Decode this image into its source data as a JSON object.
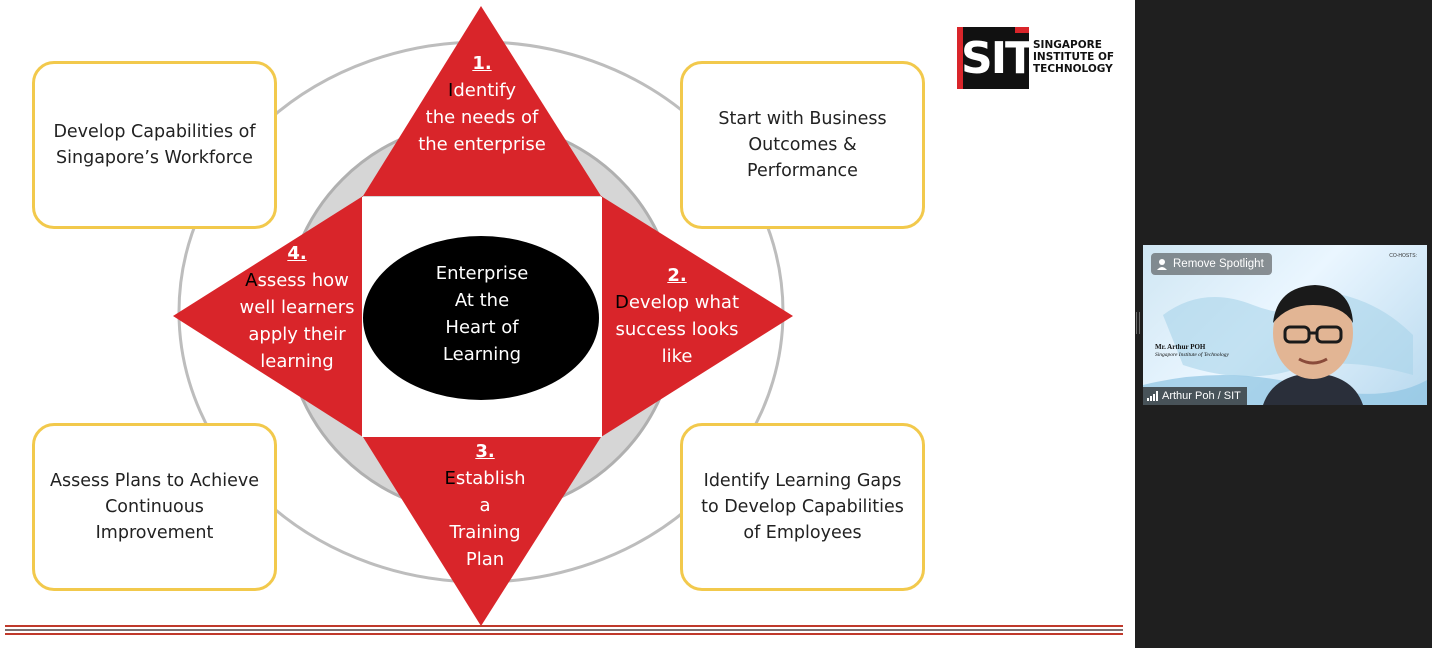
{
  "slide": {
    "center": [
      "Enterprise",
      "At the",
      "Heart of",
      "Learning"
    ],
    "boxes": {
      "top_left": [
        "Develop Capabilities of",
        "Singapore’s Workforce"
      ],
      "top_right": [
        "Start with Business",
        "Outcomes &",
        "Performance"
      ],
      "bottom_left": [
        "Assess Plans to Achieve",
        "Continuous",
        "Improvement"
      ],
      "bottom_right": [
        "Identify Learning Gaps",
        "to Develop Capabilities",
        "of Employees"
      ]
    },
    "steps": {
      "top": {
        "num": "1.",
        "first": "I",
        "rest": "dentify",
        "lines": [
          "the needs of",
          "the enterprise"
        ]
      },
      "right": {
        "num": "2.",
        "first": "D",
        "rest": "evelop what",
        "lines": [
          "success looks",
          "like"
        ]
      },
      "bottom": {
        "num": "3.",
        "first": "E",
        "rest": "stablish",
        "lines": [
          "a",
          "Training",
          "Plan"
        ]
      },
      "left": {
        "num": "4.",
        "first": "A",
        "rest": "ssess how",
        "lines": [
          "well learners",
          "apply their",
          "learning"
        ]
      }
    },
    "logo": {
      "mark": "SIT",
      "words": [
        "SINGAPORE",
        "INSTITUTE OF",
        "TECHNOLOGY"
      ]
    },
    "colors": {
      "accent": "#d9252a",
      "box_border": "#f2c94c",
      "center": "#000000"
    }
  },
  "video": {
    "spotlight_button": "Remove Spotlight",
    "cohost_label": "CO-HOSTS:",
    "speaker_name": "Mr. Arthur POH",
    "speaker_org": "Singapore Institute of Technology",
    "participant_name": "Arthur Poh / SIT"
  }
}
